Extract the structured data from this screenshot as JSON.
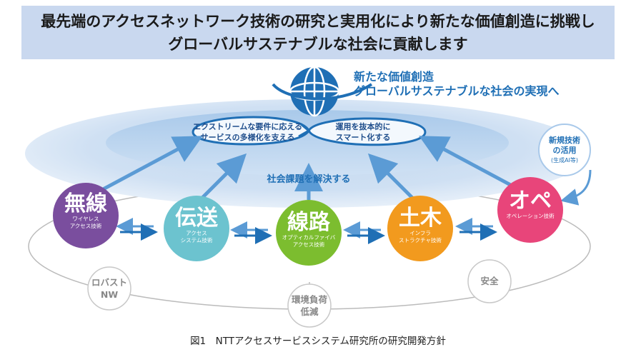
{
  "banner": {
    "line1": "最先端のアクセスネットワーク技術の研究と実用化により新たな価値創造に挑戦し",
    "line2": "グローバルサステナブルな社会に貢献します"
  },
  "goal": {
    "line1": "新たな価値創造",
    "line2": "グローバルサステナブルな社会の実現へ"
  },
  "loop": {
    "left_line1": "エクストリームな要件に応える",
    "left_line2": "サービスの多様化を支える",
    "right_line1": "運用を抜本的に",
    "right_line2": "スマート化する"
  },
  "social_issue": "社会課題を解決する",
  "new_tech": {
    "line1": "新規技術",
    "line2": "の活用",
    "line3": "(生成AI等)"
  },
  "nodes": [
    {
      "main": "無線",
      "sub1": "ワイヤレス",
      "sub2": "アクセス技術",
      "color": "#7a4e9e"
    },
    {
      "main": "伝送",
      "sub1": "アクセス",
      "sub2": "システム技術",
      "color": "#6cc3cf"
    },
    {
      "main": "線路",
      "sub1": "オプティカルファイバ",
      "sub2": "アクセス技術",
      "color": "#7cbd2f"
    },
    {
      "main": "土木",
      "sub1": "インフラ",
      "sub2": "ストラクチャ技術",
      "color": "#f29a1e"
    },
    {
      "main": "オペ",
      "sub1": "オペレーション技術",
      "sub2": "",
      "color": "#e8457a"
    }
  ],
  "foundations": [
    {
      "line1": "ロバスト",
      "line2": "NW"
    },
    {
      "line1": "環境負荷",
      "line2": "低減"
    },
    {
      "line1": "安全",
      "line2": ""
    }
  ],
  "caption": "図1　NTTアクセスサービスシステム研究所の研究開発方針",
  "colors": {
    "banner_bg": "#c9d8ef",
    "accent_blue": "#1f6fb5",
    "arrow_blue": "#5b9bd5"
  },
  "icons": [
    "globe-icon"
  ]
}
